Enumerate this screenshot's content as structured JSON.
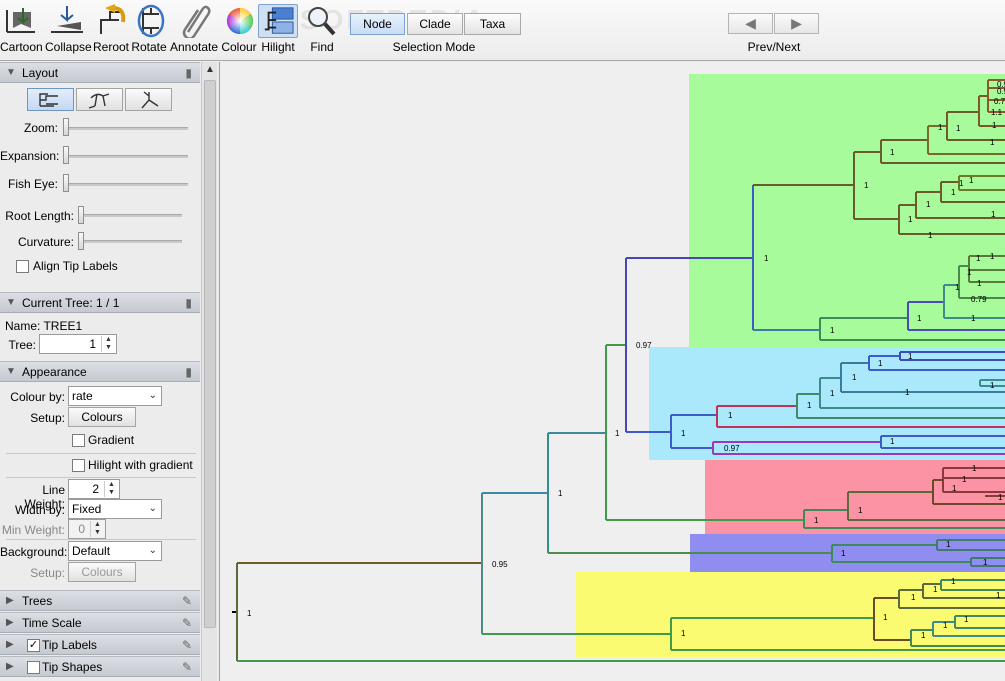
{
  "toolbar": {
    "tools": [
      {
        "label": "Cartoon",
        "icon": "cartoon-icon"
      },
      {
        "label": "Collapse",
        "icon": "collapse-icon"
      },
      {
        "label": "Reroot",
        "icon": "reroot-icon"
      },
      {
        "label": "Rotate",
        "icon": "rotate-icon"
      },
      {
        "label": "Annotate",
        "icon": "annotate-icon"
      },
      {
        "label": "Colour",
        "icon": "colour-wheel-icon"
      },
      {
        "label": "Hilight",
        "icon": "hilight-icon"
      },
      {
        "label": "Find",
        "icon": "magnifier-icon"
      }
    ],
    "selection_mode": {
      "label": "Selection Mode",
      "options": [
        "Node",
        "Clade",
        "Taxa"
      ],
      "selected": "Node"
    },
    "prev_next": {
      "label": "Prev/Next",
      "prev": "◀",
      "next": "▶"
    },
    "watermark": "SOFTPEDIA"
  },
  "layout": {
    "title": "Layout",
    "zoom": "Zoom:",
    "expansion": "Expansion:",
    "fisheye": "Fish Eye:",
    "root_length": "Root Length:",
    "curvature": "Curvature:",
    "align_tip_labels": "Align Tip Labels"
  },
  "current_tree": {
    "title": "Current Tree: 1 / 1",
    "name": "Name: TREE1",
    "tree_label": "Tree:",
    "tree_value": "1"
  },
  "appearance": {
    "title": "Appearance",
    "colour_by_label": "Colour by:",
    "colour_by": "rate",
    "setup_label": "Setup:",
    "colours_btn": "Colours",
    "gradient": "Gradient",
    "hilight_gradient": "Hilight with gradient",
    "line_weight_label": "Line Weight:",
    "line_weight": "2",
    "width_by_label": "Width by:",
    "width_by": "Fixed",
    "min_weight_label": "Min Weight:",
    "min_weight": "0",
    "background_label": "Background:",
    "background": "Default",
    "setup2_label": "Setup:",
    "colours_btn2": "Colours"
  },
  "sections": [
    {
      "label": "Trees",
      "checkbox": false
    },
    {
      "label": "Time Scale",
      "checkbox": false
    },
    {
      "label": "Tip Labels",
      "checkbox": true,
      "checked": true
    },
    {
      "label": "Tip Shapes",
      "checkbox": true,
      "checked": false
    }
  ],
  "tree": {
    "root_support": "1",
    "labels": [
      "0.95",
      "1",
      "1",
      "0.97",
      "1",
      "1",
      "1",
      "1",
      "0.97",
      "0.79"
    ],
    "hilight_colors": {
      "green": "#a8fb9a",
      "cyan": "#a9e9fb",
      "pink": "#fb93a4",
      "blue": "#8f8ef0",
      "yellow": "#fbfb72"
    }
  }
}
